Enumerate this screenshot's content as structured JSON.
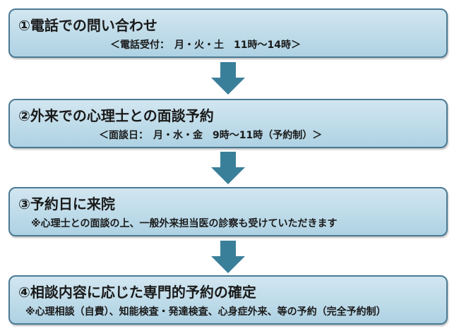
{
  "colors": {
    "box_fill_top": "#d2e6f0",
    "box_fill_bottom": "#aed2e3",
    "box_border": "#4a7a94",
    "arrow_fill": "#3a7f99"
  },
  "icons": {
    "arrow": "arrow-down-icon"
  },
  "steps": [
    {
      "title": "①電話での問い合わせ",
      "subtitle": "＜電話受付：　月・火・土　11時～14時＞"
    },
    {
      "title": "②外来での心理士との面談予約",
      "subtitle": "＜面談日：　月・水・金　9時～11時（予約制）＞"
    },
    {
      "title": "③予約日に来院",
      "subtitle": "※心理士との面談の上、一般外来担当医の診察も受けていただきます"
    },
    {
      "title": "④相談内容に応じた専門的予約の確定",
      "subtitle": "※心理相談（自費）、知能検査・発達検査、心身症外来、等の予約（完全予約制）"
    }
  ]
}
